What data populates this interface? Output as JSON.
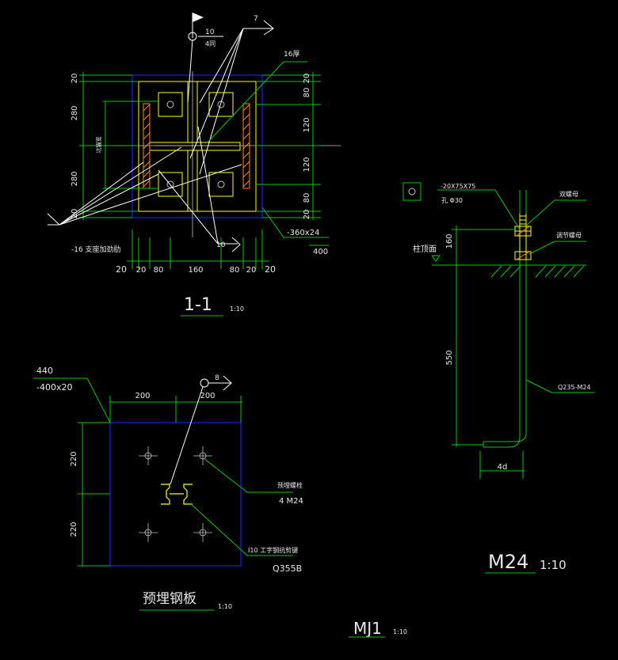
{
  "colors": {
    "background": "#000000",
    "dimension": "#00c800",
    "plate_outline": "#1a1aff",
    "steel": "#ffff00",
    "hatch": "#ff8800",
    "leader": "#ffffff",
    "center": "#c0c0c0",
    "text": "#e8e8e8"
  },
  "section_1_1": {
    "ref_bubble": "10",
    "ref_note": "4同",
    "callout_num": "7",
    "thickness_label": "16厚",
    "left_dims": [
      "20",
      "280",
      "280",
      "20"
    ],
    "left_mid_label": "坑锚宽",
    "right_dims": [
      "20",
      "80",
      "120",
      "120",
      "80",
      "20"
    ],
    "stiffener_label": "-16  支座加劲肋",
    "plate_label": "-360x24",
    "plate_width": "400",
    "bottom_callout": "10",
    "bottom_dims": [
      "20",
      "20",
      "80",
      "160",
      "80",
      "20",
      "20"
    ],
    "title": "1-1",
    "scale": "1:10"
  },
  "embed_plate": {
    "total": "440",
    "plate_label": "-400x20",
    "callout_num": "8",
    "top_dims": [
      "200",
      "200"
    ],
    "left_dims": [
      "220",
      "220"
    ],
    "bolt_label": "预埋螺栓",
    "bolt_spec": "4 M24",
    "shear_key_label": "I10 工字钢抗剪键",
    "shear_key_material": "Q355B",
    "title": "预埋钢板",
    "scale": "1:10"
  },
  "bolt_m24": {
    "washer_label": "-20X75X75",
    "hole_label": "孔 Φ30",
    "double_nut_label": "双螺母",
    "adjust_nut_label": "调节螺母",
    "column_top_label": "柱顶面",
    "dim_top": "160",
    "dim_length": "550",
    "material_label": "Q235-M24",
    "hook_dim": "4d",
    "title": "M24",
    "scale": "1:10"
  },
  "footer": {
    "title": "MJ1",
    "scale": "1:10"
  }
}
